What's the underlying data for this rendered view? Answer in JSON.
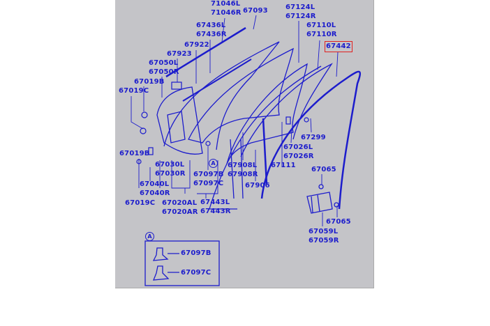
{
  "diagram": {
    "highlight_color": "#e02020",
    "line_color": "#1c1ccc",
    "labels": {
      "p71046L": "71046L",
      "p71046R": "71046R",
      "p67093": "67093",
      "p67436L": "67436L",
      "p67436R": "67436R",
      "p67922": "67922",
      "p67923": "67923",
      "p67050L": "67050L",
      "p67050R": "67050R",
      "p67019B_top": "67019B",
      "p67019C_top": "67019C",
      "p67124L": "67124L",
      "p67124R": "67124R",
      "p67110L": "67110L",
      "p67110R": "67110R",
      "p67442": "67442",
      "p67299": "67299",
      "p67026L": "67026L",
      "p67026R": "67026R",
      "p67111": "67111",
      "p67908L": "67908L",
      "p67908R": "67908R",
      "p67906": "67906",
      "p67065_top": "67065",
      "p67065_bot": "67065",
      "p67059L": "67059L",
      "p67059R": "67059R",
      "p67019B_bot": "67019B",
      "p67030L": "67030L",
      "p67030R": "67030R",
      "p67040L": "67040L",
      "p67040R": "67040R",
      "p67019C_bot": "67019C",
      "p67020AL": "67020AL",
      "p67020AR": "67020AR",
      "p67097B": "67097B",
      "p67097C": "67097C",
      "p67443L": "67443L",
      "p67443R": "67443R",
      "detail_67097B": "67097B",
      "detail_67097C": "67097C"
    },
    "callout_marker": "A",
    "detail_marker": "A"
  }
}
